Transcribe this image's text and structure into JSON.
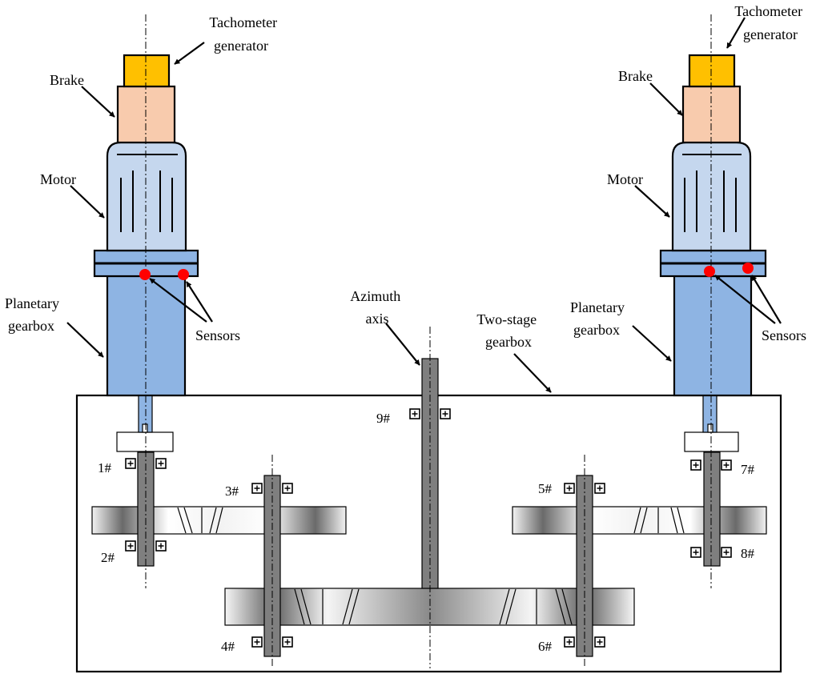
{
  "labels": {
    "tacho_left": [
      "Tachometer",
      "generator"
    ],
    "tacho_right": [
      "Tachometer",
      "generator"
    ],
    "brake_left": "Brake",
    "brake_right": "Brake",
    "motor_left": "Motor",
    "motor_right": "Motor",
    "planetary_left": [
      "Planetary",
      "gearbox"
    ],
    "planetary_right": [
      "Planetary",
      "gearbox"
    ],
    "sensors_left": "Sensors",
    "sensors_right": "Sensors",
    "azimuth": [
      "Azimuth",
      "axis"
    ],
    "twostage": [
      "Two-stage",
      "gearbox"
    ]
  },
  "bearings": {
    "b1": "1#",
    "b2": "2#",
    "b3": "3#",
    "b4": "4#",
    "b5": "5#",
    "b6": "6#",
    "b7": "7#",
    "b8": "8#",
    "b9": "9#"
  },
  "colors": {
    "tacho": "#FFC000",
    "brake": "#F8CBAD",
    "motor": "#C5D7EE",
    "planetary": "#8EB4E3",
    "shaft": "#7F7F7F",
    "sensor": "#FF0000"
  }
}
